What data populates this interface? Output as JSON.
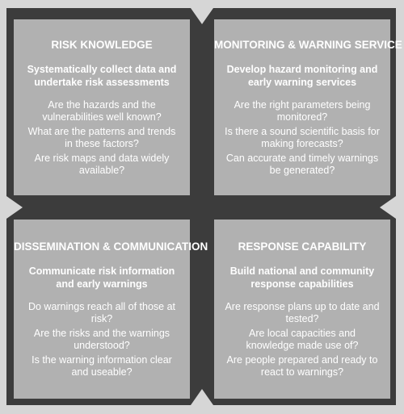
{
  "quadrants": [
    {
      "title": "RISK KNOWLEDGE",
      "subtitle": "Systematically collect data and undertake risk assessments",
      "questions": [
        "Are the hazards and the vulnerabilities well known?",
        "What are the patterns and trends in these factors?",
        "Are risk maps and data widely available?"
      ]
    },
    {
      "title": "MONITORING & WARNING SERVICE",
      "subtitle": "Develop hazard monitoring and early warning services",
      "questions": [
        "Are the right parameters being monitored?",
        "Is there a sound scientific basis for making forecasts?",
        "Can accurate and timely warnings be generated?"
      ]
    },
    {
      "title": "DISSEMINATION & COMMUNICATION",
      "subtitle": "Communicate risk information and early warnings",
      "questions": [
        "Do warnings reach all of those at risk?",
        "Are the risks and the warnings understood?",
        "Is the warning information clear and useable?"
      ]
    },
    {
      "title": "RESPONSE CAPABILITY",
      "subtitle": "Build national and community response capabilities",
      "questions": [
        "Are response plans up to date and tested?",
        "Are local capacities and knowledge made use of?",
        "Are people prepared and ready to react to warnings?"
      ]
    }
  ],
  "colors": {
    "background": "#d6d6d6",
    "cross": "#3c3c3c",
    "panel": "#b1b1b1",
    "text": "#ffffff"
  }
}
